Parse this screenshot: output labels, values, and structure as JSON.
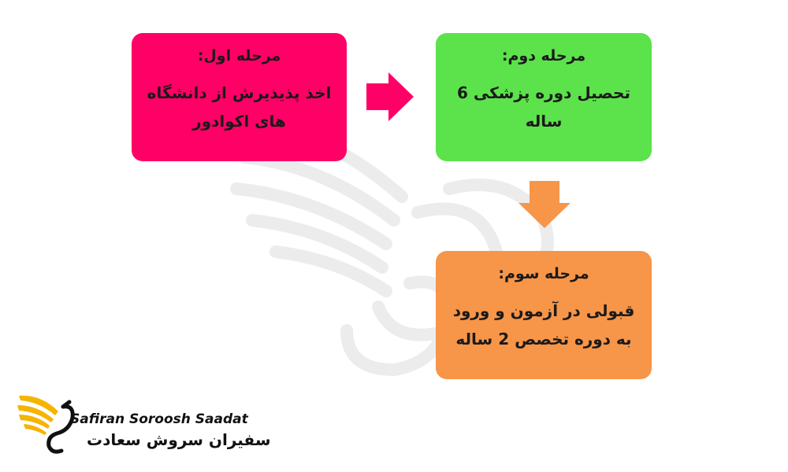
{
  "colors": {
    "stage1": "#ff0066",
    "stage2": "#5ce24b",
    "stage3": "#f79548",
    "arrow1": "#ff0066",
    "arrow2": "#f79548",
    "logo_gold": "#f5b400"
  },
  "stages": [
    {
      "title": "مرحله اول:",
      "body": "اخذ پذیذیرش از دانشگاه های اکوادور"
    },
    {
      "title": "مرحله دوم:",
      "body": "تحصیل دوره پزشکی 6 ساله"
    },
    {
      "title": "مرحله سوم:",
      "body": "قبولی در آزمون و ورود به دوره تخصص 2 ساله"
    }
  ],
  "logo": {
    "name_en": "Safiran Soroosh Saadat",
    "name_fa": "سفیران سروش سعادت"
  }
}
